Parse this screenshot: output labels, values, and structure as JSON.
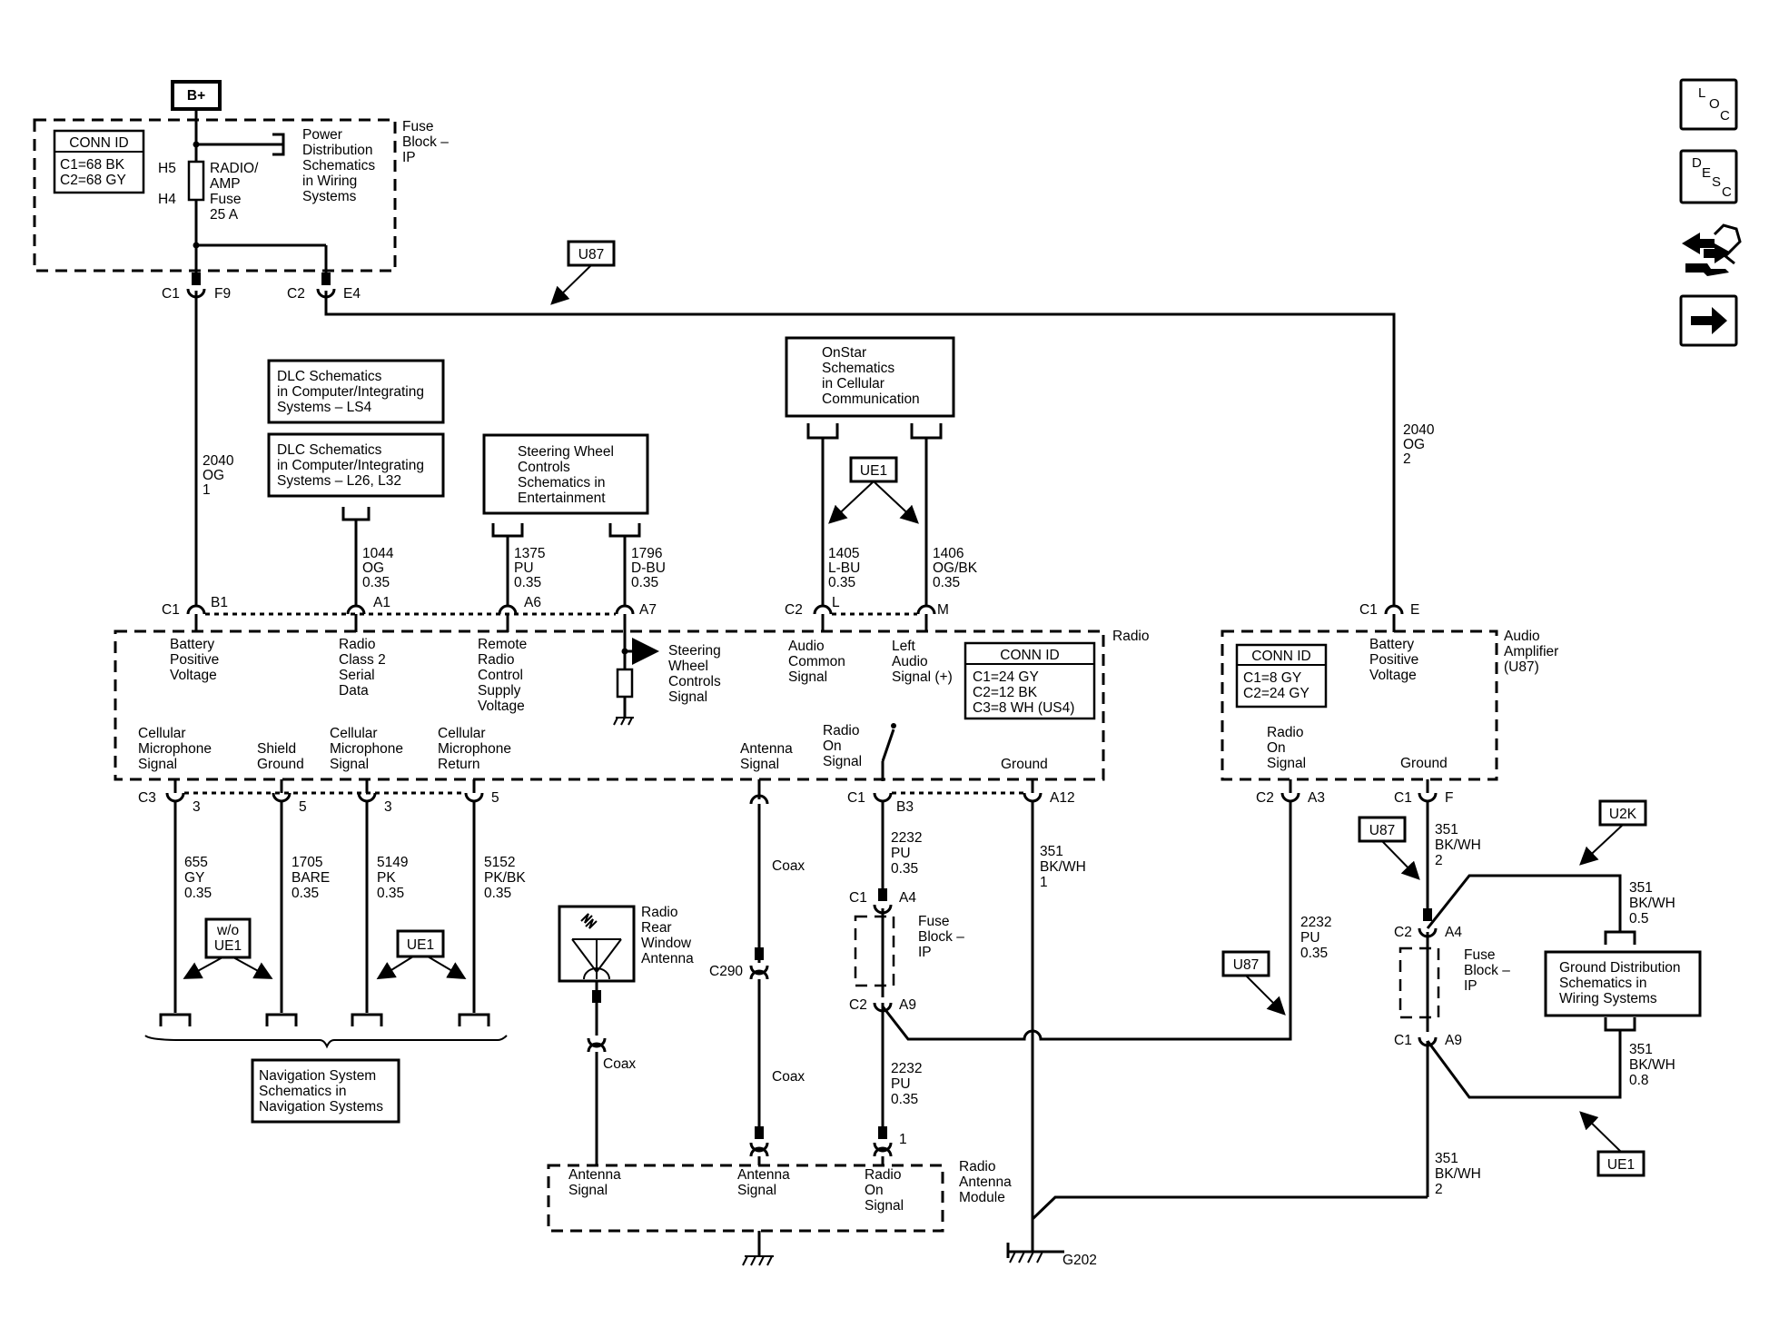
{
  "power": {
    "bplus": "B+"
  },
  "fuse_block_ip": {
    "title": [
      "Fuse",
      "Block –",
      "IP"
    ],
    "conn_id_title": "CONN ID",
    "conn_id": [
      "C1=68 BK",
      "C2=68 GY"
    ],
    "h5": "H5",
    "h4": "H4",
    "fuse": [
      "RADIO/",
      "AMP",
      "Fuse",
      "25 A"
    ],
    "power_dist": [
      "Power",
      "Distribution",
      "Schematics",
      "in Wiring",
      "Systems"
    ],
    "c1": "C1",
    "f9": "F9",
    "c2": "C2",
    "e4": "E4"
  },
  "tags": {
    "u87": "U87",
    "ue1": "UE1",
    "u2k": "U2K",
    "wo_ue1": [
      "w/o",
      "UE1"
    ]
  },
  "refs": {
    "dlc_ls4": [
      "DLC Schematics",
      "in Computer/Integrating",
      "Systems – LS4"
    ],
    "dlc_l26": [
      "DLC Schematics",
      "in Computer/Integrating",
      "Systems – L26, L32"
    ],
    "swc": [
      "Steering Wheel",
      "Controls",
      "Schematics in",
      "Entertainment"
    ],
    "onstar": [
      "OnStar",
      "Schematics",
      "in Cellular",
      "Communication"
    ],
    "nav": [
      "Navigation System",
      "Schematics in",
      "Navigation Systems"
    ],
    "ground_dist": [
      "Ground Distribution",
      "Schematics in",
      "Wiring Systems"
    ]
  },
  "wires": {
    "w2040_left": [
      "2040",
      "OG",
      "1"
    ],
    "w2040_right": [
      "2040",
      "OG",
      "2"
    ],
    "w1044": [
      "1044",
      "OG",
      "0.35"
    ],
    "w1375": [
      "1375",
      "PU",
      "0.35"
    ],
    "w1796": [
      "1796",
      "D-BU",
      "0.35"
    ],
    "w1405": [
      "1405",
      "L-BU",
      "0.35"
    ],
    "w1406": [
      "1406",
      "OG/BK",
      "0.35"
    ],
    "w655": [
      "655",
      "GY",
      "0.35"
    ],
    "w1705": [
      "1705",
      "BARE",
      "0.35"
    ],
    "w5149": [
      "5149",
      "PK",
      "0.35"
    ],
    "w5152": [
      "5152",
      "PK/BK",
      "0.35"
    ],
    "w2232_a": [
      "2232",
      "PU",
      "0.35"
    ],
    "w2232_b": [
      "2232",
      "PU",
      "0.35"
    ],
    "w2232_c": [
      "2232",
      "PU",
      "0.35"
    ],
    "w351_a": [
      "351",
      "BK/WH",
      "1"
    ],
    "w351_b": [
      "351",
      "BK/WH",
      "2"
    ],
    "w351_c": [
      "351",
      "BK/WH",
      "0.5"
    ],
    "w351_d": [
      "351",
      "BK/WH",
      "0.8"
    ],
    "w351_e": [
      "351",
      "BK/WH",
      "2"
    ],
    "coax": "Coax"
  },
  "radio": {
    "title": "Radio",
    "conn_id_title": "CONN ID",
    "conn_id": [
      "C1=24 GY",
      "C2=12 BK",
      "C3=8 WH (US4)"
    ],
    "top_pins": {
      "c1": "C1",
      "b1": "B1",
      "a1": "A1",
      "a6": "A6",
      "a7": "A7",
      "c2": "C2",
      "l": "L",
      "m": "M"
    },
    "battery": [
      "Battery",
      "Positive",
      "Voltage"
    ],
    "class2": [
      "Radio",
      "Class 2",
      "Serial",
      "Data"
    ],
    "remote": [
      "Remote",
      "Radio",
      "Control",
      "Supply",
      "Voltage"
    ],
    "swc_signal": [
      "Steering",
      "Wheel",
      "Controls",
      "Signal"
    ],
    "audio_common": [
      "Audio",
      "Common",
      "Signal"
    ],
    "left_audio": [
      "Left",
      "Audio",
      "Signal (+)"
    ],
    "cell_mic1": [
      "Cellular",
      "Microphone",
      "Signal"
    ],
    "shield": [
      "Shield",
      "Ground"
    ],
    "cell_mic2": [
      "Cellular",
      "Microphone",
      "Signal"
    ],
    "cell_ret": [
      "Cellular",
      "Microphone",
      "Return"
    ],
    "antenna": [
      "Antenna",
      "Signal"
    ],
    "radio_on": [
      "Radio",
      "On",
      "Signal"
    ],
    "ground": "Ground",
    "bottom_pins": {
      "c3": "C3",
      "p3a": "3",
      "p5a": "5",
      "p3b": "3",
      "p5b": "5",
      "c1": "C1",
      "b3": "B3",
      "a12": "A12"
    }
  },
  "amp": {
    "title": [
      "Audio",
      "Amplifier",
      "(U87)"
    ],
    "conn_id_title": "CONN ID",
    "conn_id": [
      "C1=8 GY",
      "C2=24 GY"
    ],
    "battery": [
      "Battery",
      "Positive",
      "Voltage"
    ],
    "radio_on": [
      "Radio",
      "On",
      "Signal"
    ],
    "ground": "Ground",
    "pins": {
      "c1e": "C1",
      "e": "E",
      "c2": "C2",
      "a3": "A3",
      "c1f": "C1",
      "f": "F"
    }
  },
  "fuse_mid": {
    "label": [
      "Fuse",
      "Block –",
      "IP"
    ],
    "c1": "C1",
    "a4": "A4",
    "c2": "C2",
    "a9": "A9"
  },
  "fuse_right": {
    "label": [
      "Fuse",
      "Block –",
      "IP"
    ],
    "c2": "C2",
    "a4": "A4",
    "c1": "C1",
    "a9": "A9"
  },
  "antenna": {
    "rear": [
      "Radio",
      "Rear",
      "Window",
      "Antenna"
    ],
    "c290": "C290",
    "module": [
      "Radio",
      "Antenna",
      "Module"
    ],
    "mod_ant1": [
      "Antenna",
      "Signal"
    ],
    "mod_ant2": [
      "Antenna",
      "Signal"
    ],
    "mod_radio_on": [
      "Radio",
      "On",
      "Signal"
    ],
    "pin1": "1"
  },
  "ground_g202": "G202",
  "side_icons": {
    "loc": [
      "L",
      "O",
      "C"
    ],
    "desc": [
      "D",
      "E",
      "S",
      "C"
    ],
    "names": [
      "loc-icon",
      "desc-icon",
      "connector-tool-icon",
      "next-arrow-icon"
    ]
  }
}
